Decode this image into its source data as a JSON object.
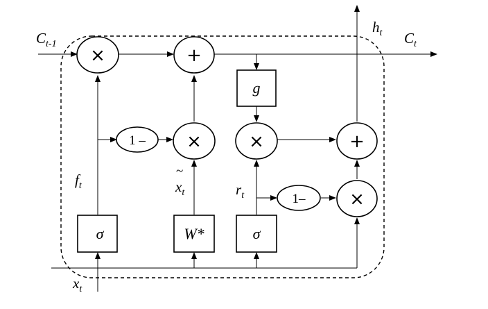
{
  "labels": {
    "c_prev_main": "C",
    "c_prev_sub": "t-1",
    "h_main": "h",
    "h_sub": "t",
    "c_main": "C",
    "c_sub": "t",
    "f_main": "f",
    "f_sub": "t",
    "tilde": "~",
    "xtilde_main": "x",
    "xtilde_sub": "t",
    "r_main": "r",
    "r_sub": "t",
    "x_main": "x",
    "x_sub": "t"
  },
  "operators": {
    "mult": "×",
    "plus": "+",
    "one_minus": "1 –",
    "one_minus_b": "1–"
  },
  "boxes": {
    "sigma_f": "σ",
    "w_star": "W*",
    "sigma_r": "σ",
    "g": "g"
  }
}
